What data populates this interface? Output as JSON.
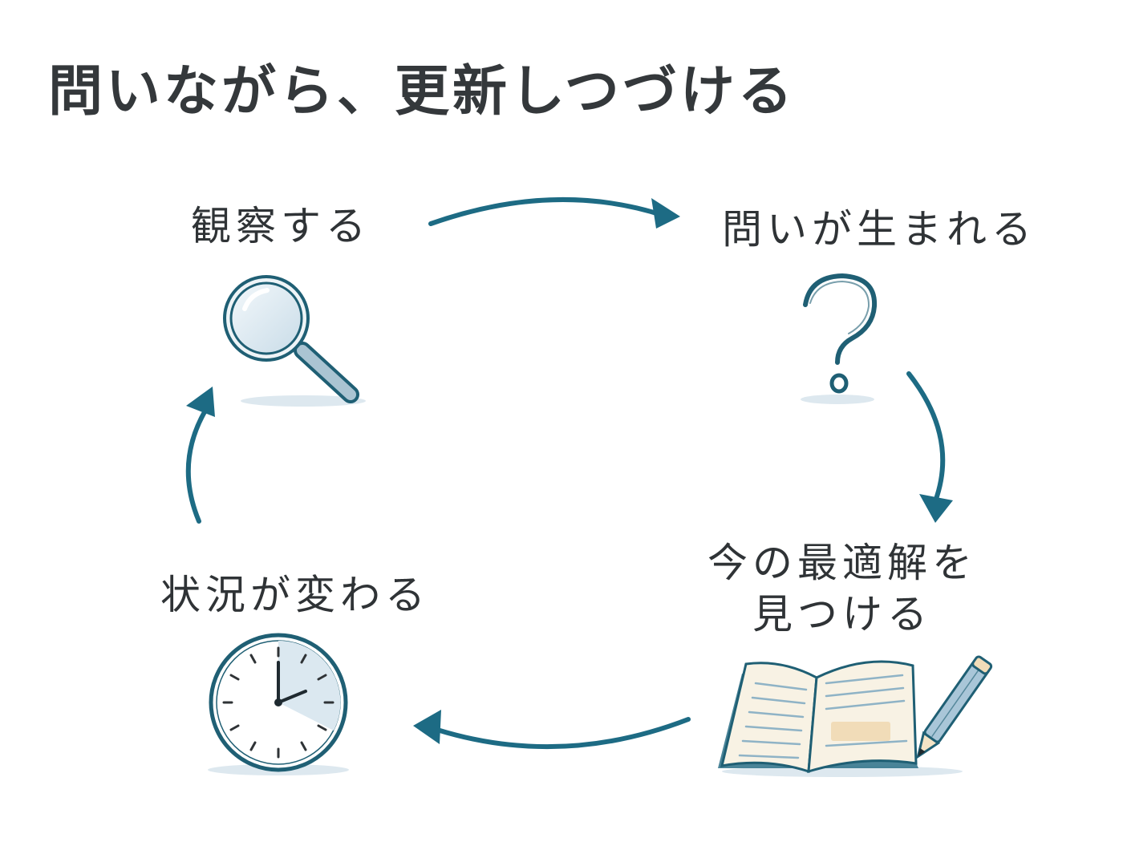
{
  "title": "問いながら、更新しつづける",
  "steps": {
    "observe": {
      "label": "観察する",
      "icon": "magnifying-glass-icon"
    },
    "question": {
      "label": "問いが生まれる",
      "icon": "question-mark-icon"
    },
    "solution": {
      "label_line1": "今の最適解を",
      "label_line2": "見つける",
      "icon": "open-book-pencil-icon"
    },
    "change": {
      "label": "状況が変わる",
      "icon": "clock-icon"
    }
  },
  "colors": {
    "arrow": "#1d6b84",
    "text": "#2f3336",
    "icon_outline": "#1f5f74",
    "icon_fill": "#dbe8f0"
  }
}
